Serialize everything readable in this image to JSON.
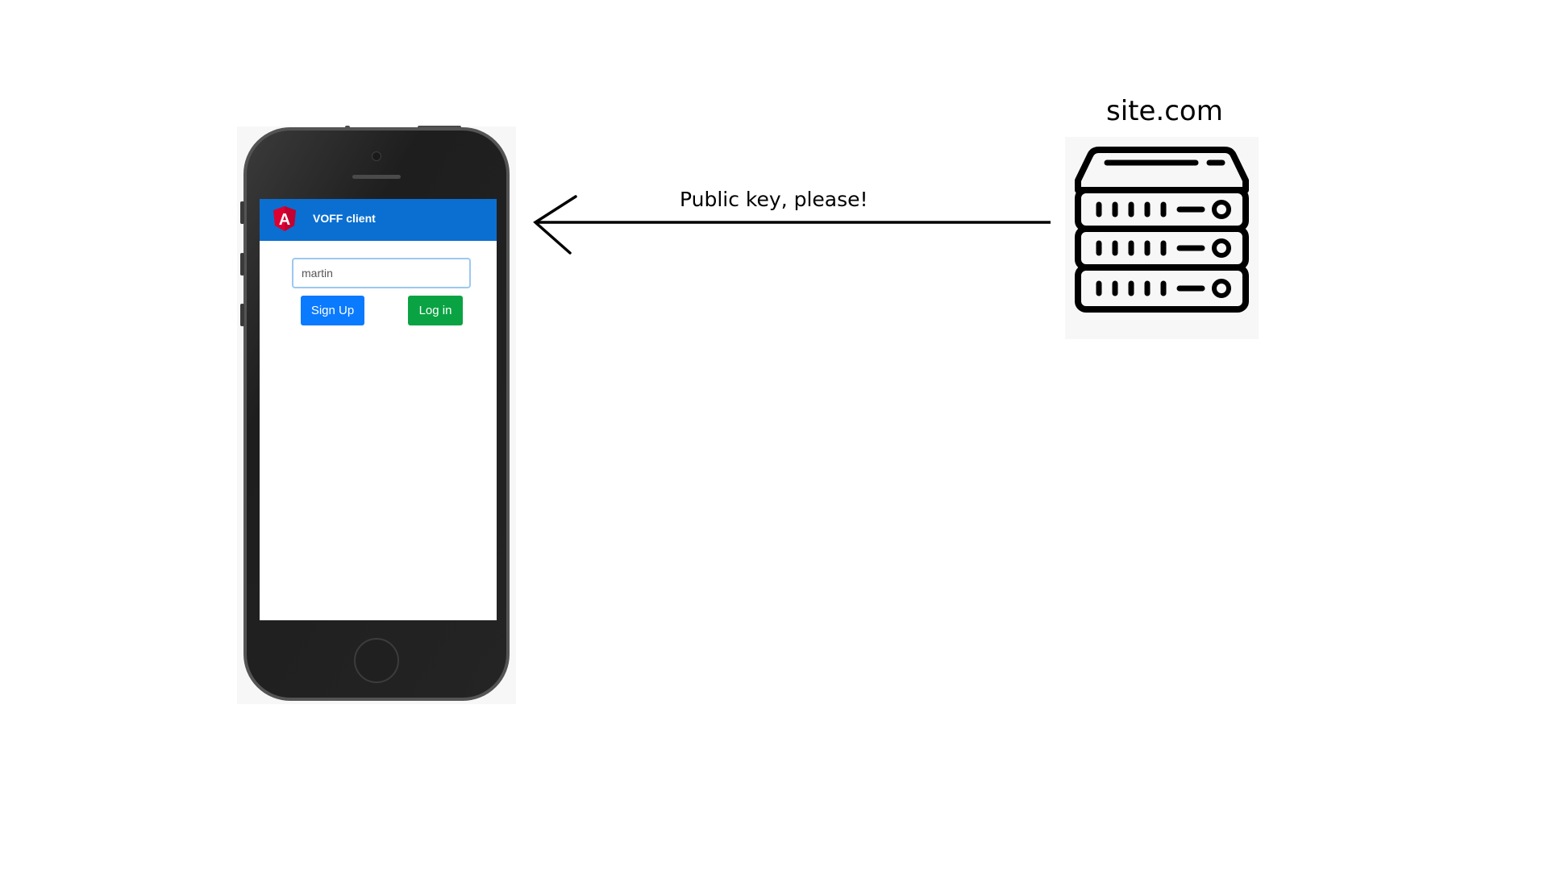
{
  "client": {
    "app_title": "VOFF client",
    "logo_letter": "A",
    "username_value": "martin",
    "signup_label": "Sign Up",
    "login_label": "Log in",
    "colors": {
      "header": "#0a6fd1",
      "signup": "#0a7aff",
      "login": "#0aa343",
      "logo": "#dd0031"
    }
  },
  "arrow": {
    "label": "Public key, please!"
  },
  "server": {
    "title": "site.com",
    "icon": "server-rack-icon"
  }
}
